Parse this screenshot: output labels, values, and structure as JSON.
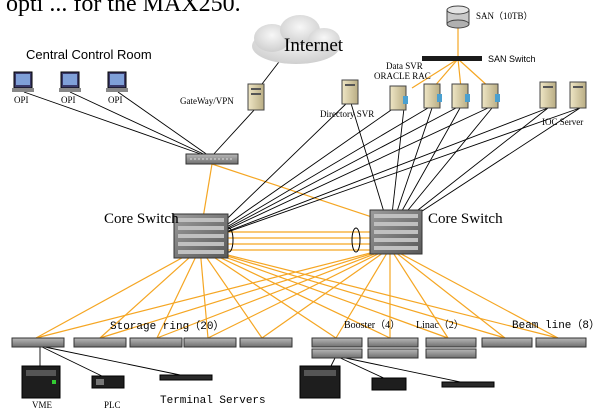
{
  "header": {
    "partial_text": "opti ...  for the MAX250."
  },
  "labels": {
    "internet": "Internet",
    "central_control_room": "Central Control Room",
    "opi": "OPI",
    "gateway_vpn": "GateWay/VPN",
    "san": "SAN（10TB）",
    "san_switch": "SAN Switch",
    "data_svr": "Data SVR",
    "oracle_rac": "ORACLE RAC",
    "directory_svr": "Directory SVR",
    "ioc_server": "IOC Server",
    "core_switch_left": "Core Switch",
    "core_switch_right": "Core Switch",
    "storage_ring": "Storage ring（20）",
    "booster": "Booster（4）",
    "linac": "Linac（2）",
    "beam_line": "Beam line（8）",
    "vme": "VME",
    "plc": "PLC",
    "terminal_servers": "Terminal Servers"
  },
  "colors": {
    "fiber_link": "#f5a623",
    "copper_link": "#000000",
    "switch_body": "#8a8a8a",
    "server_body": "#d9cfa8",
    "cloud": "#e6e6e6"
  },
  "icons": {
    "internet": "cloud-icon",
    "opi": "workstation-icon",
    "server": "server-tower-icon",
    "switch": "rack-switch-icon",
    "core": "core-chassis-icon",
    "san": "storage-cylinder-icon"
  }
}
